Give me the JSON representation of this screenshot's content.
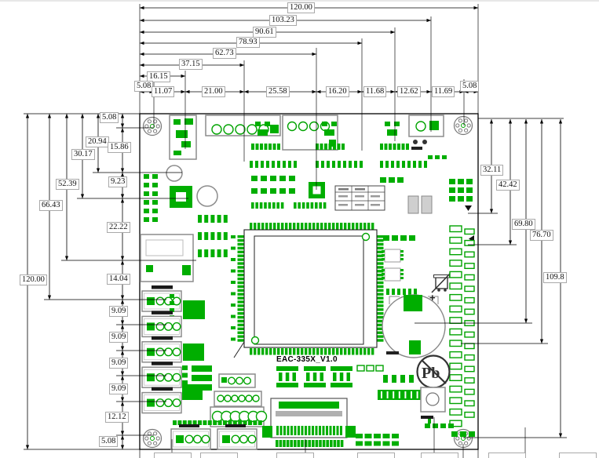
{
  "board": {
    "label": "EAC-335X_V1.0",
    "pb_symbol": "Pb",
    "battery_plus": "+"
  },
  "dims": {
    "top_chain": [
      "120.00",
      "103.23",
      "90.61",
      "78.93",
      "62.73",
      "37.15",
      "16.15"
    ],
    "top_segments": [
      "5.08",
      "11.07",
      "21.00",
      "25.58",
      "16.20",
      "11.68",
      "12.62",
      "11.69",
      "5.08"
    ],
    "left_chain": [
      "20.94",
      "30.17",
      "52.39",
      "66.43",
      "120.00"
    ],
    "left_segments": [
      "5.08",
      "15.86",
      "9.23",
      "22.22",
      "14.04",
      "9.09",
      "9.09",
      "9.09",
      "9.09",
      "12.12",
      "5.08"
    ],
    "right_chain": [
      "32.11",
      "42.42",
      "69.80",
      "76.70",
      "109.8"
    ]
  },
  "colors": {
    "component_green": "#00ae00",
    "connector_gray": "#8c8c8c",
    "dimension_line": "#000000",
    "background": "#ffffff"
  }
}
